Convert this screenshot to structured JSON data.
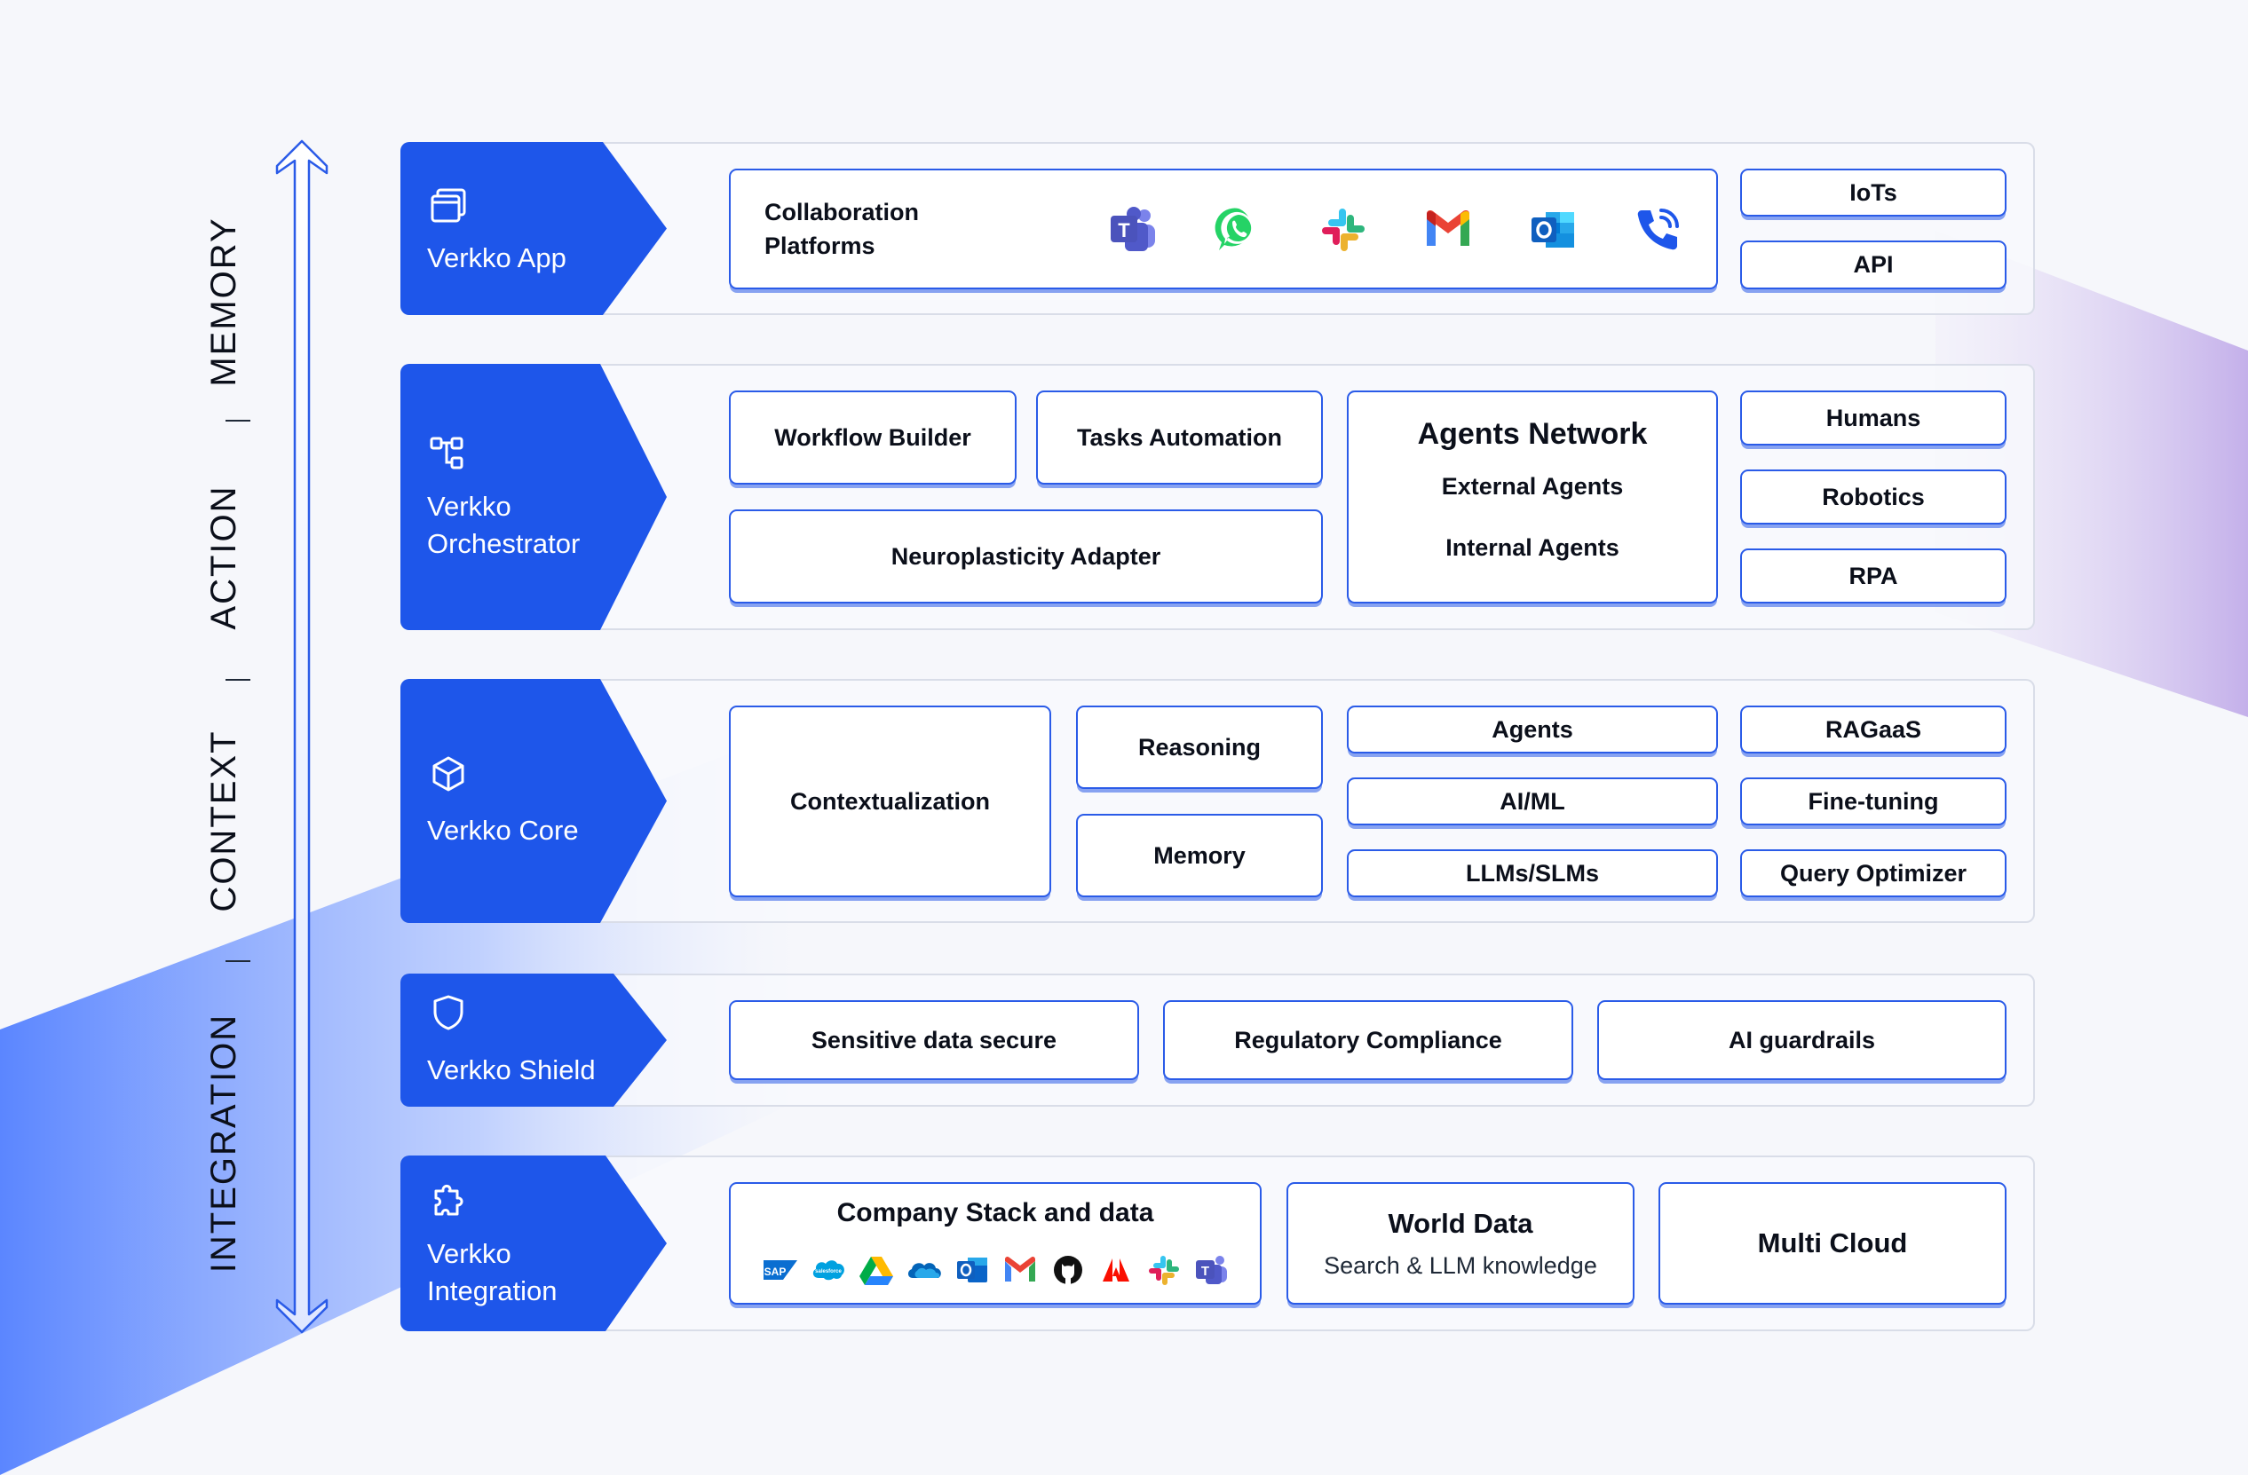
{
  "axis": {
    "labels": [
      "MEMORY",
      "ACTION",
      "CONTEXT",
      "INTEGRATION"
    ]
  },
  "colors": {
    "primary": "#1e56ea",
    "card_border": "#2a5be8",
    "purple_ribbon": "#c9b7ec",
    "blue_ribbon": "#6b95ff"
  },
  "layers": {
    "app": {
      "title": "Verkko App",
      "icon": "window-icon",
      "collaboration": "Collaboration\nPlatforms",
      "apps": [
        "teams-icon",
        "whatsapp-icon",
        "slack-icon",
        "gmail-icon",
        "outlook-icon",
        "phone-icon"
      ],
      "side": [
        "IoTs",
        "API"
      ]
    },
    "orchestrator": {
      "title": "Verkko\nOrchestrator",
      "icon": "workflow-icon",
      "workflow_builder": "Workflow Builder",
      "tasks_automation": "Tasks Automation",
      "neuroplasticity": "Neuroplasticity Adapter",
      "agents_network": {
        "title": "Agents Network",
        "items": [
          "External Agents",
          "Internal Agents"
        ]
      },
      "side": [
        "Humans",
        "Robotics",
        "RPA"
      ]
    },
    "core": {
      "title": "Verkko Core",
      "icon": "cube-icon",
      "contextualization": "Contextualization",
      "reasoning": "Reasoning",
      "memory": "Memory",
      "models": [
        "Agents",
        "AI/ML",
        "LLMs/SLMs"
      ],
      "tools": [
        "RAGaaS",
        "Fine-tuning",
        "Query Optimizer"
      ]
    },
    "shield": {
      "title": "Verkko Shield",
      "icon": "shield-icon",
      "items": [
        "Sensitive data secure",
        "Regulatory Compliance",
        "AI guardrails"
      ]
    },
    "integration": {
      "title": "Verkko\nIntegration",
      "icon": "puzzle-icon",
      "company_stack": {
        "title": "Company Stack and data",
        "logos": [
          "sap-logo",
          "salesforce-logo",
          "google-drive-logo",
          "onedrive-logo",
          "outlook-logo",
          "gmail-logo",
          "github-logo",
          "adobe-logo",
          "slack-logo",
          "teams-logo"
        ],
        "logo_texts": [
          "SAP",
          "salesforce"
        ]
      },
      "world_data": {
        "title": "World Data",
        "subtitle": "Search & LLM knowledge"
      },
      "multi_cloud": "Multi Cloud"
    }
  }
}
